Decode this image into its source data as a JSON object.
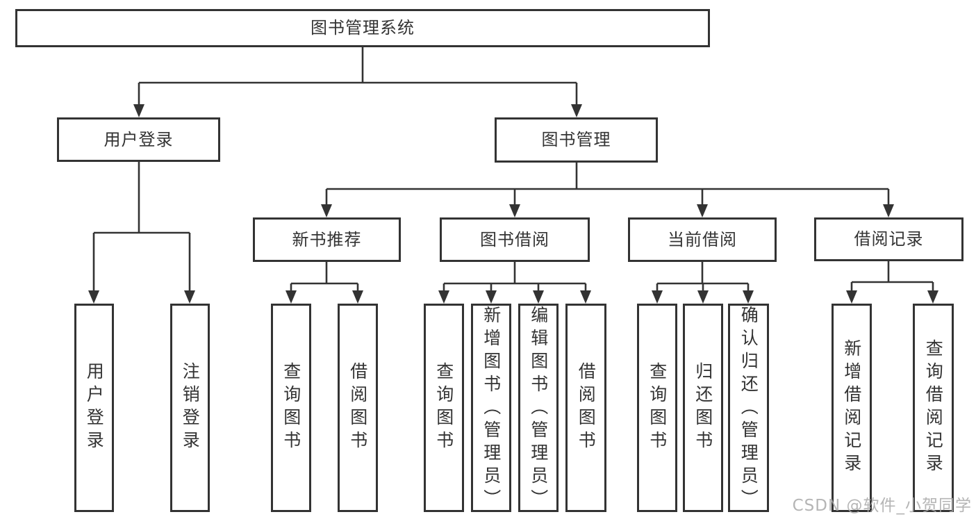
{
  "page": {
    "background": "#ffffff",
    "watermark": "CSDN @软件_小贺同学"
  },
  "style": {
    "line_color": "#333333",
    "text_color": "#333333",
    "box_background": "#ffffff",
    "watermark_color": "#a8a8a8"
  },
  "tree": {
    "root": {
      "label": "图书管理系统"
    },
    "children": [
      {
        "label": "用户登录",
        "children": [
          {
            "label": "用户登录"
          },
          {
            "label": "注销登录"
          }
        ]
      },
      {
        "label": "图书管理",
        "children": [
          {
            "label": "新书推荐",
            "children": [
              {
                "label": "查询图书"
              },
              {
                "label": "借阅图书"
              }
            ]
          },
          {
            "label": "图书借阅",
            "children": [
              {
                "label": "查询图书"
              },
              {
                "label": "新增图书（管理员）"
              },
              {
                "label": "编辑图书（管理员）"
              },
              {
                "label": "借阅图书"
              }
            ]
          },
          {
            "label": "当前借阅",
            "children": [
              {
                "label": "查询图书"
              },
              {
                "label": "归还图书"
              },
              {
                "label": "确认归还（管理员）"
              }
            ]
          },
          {
            "label": "借阅记录",
            "children": [
              {
                "label": "新增借阅记录"
              },
              {
                "label": "查询借阅记录"
              }
            ]
          }
        ]
      }
    ]
  }
}
